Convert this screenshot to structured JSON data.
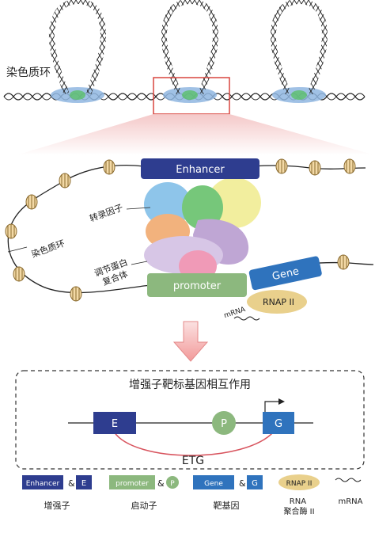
{
  "top_panel": {
    "label": "染色质环"
  },
  "middle_panel": {
    "enhancer_label": "Enhancer",
    "tf_label": "转录因子",
    "loop_label": "染色质环",
    "coactivator_label": "调节蛋白\n复合体",
    "promoter_label": "promoter",
    "gene_label": "Gene",
    "rnap_label": "RNAP II",
    "mrna_label": "mRNA"
  },
  "bottom_panel": {
    "title": "增强子靶标基因相互作用",
    "e_label": "E",
    "p_label": "P",
    "g_label": "G",
    "etg_label": "ETG"
  },
  "legend": {
    "enhancer_box": "Enhancer",
    "enhancer_letter": "E",
    "enhancer_caption": "增强子",
    "promoter_box": "promoter",
    "promoter_letter": "P",
    "promoter_caption": "启动子",
    "gene_box": "Gene",
    "gene_letter": "G",
    "gene_caption": "靶基因",
    "rnap_box": "RNAP II",
    "rnap_caption": "RNA\n聚合酶 II",
    "mrna_caption": "mRNA",
    "amp": "&"
  },
  "colors": {
    "enhancer": "#2e3d8f",
    "promoter": "#8cb87e",
    "gene": "#2f73bd",
    "rnap": "#e9d08c",
    "etg_arc": "#d8545e",
    "zoom_box": "#d9453f",
    "arrow": "#f2b5b5"
  }
}
